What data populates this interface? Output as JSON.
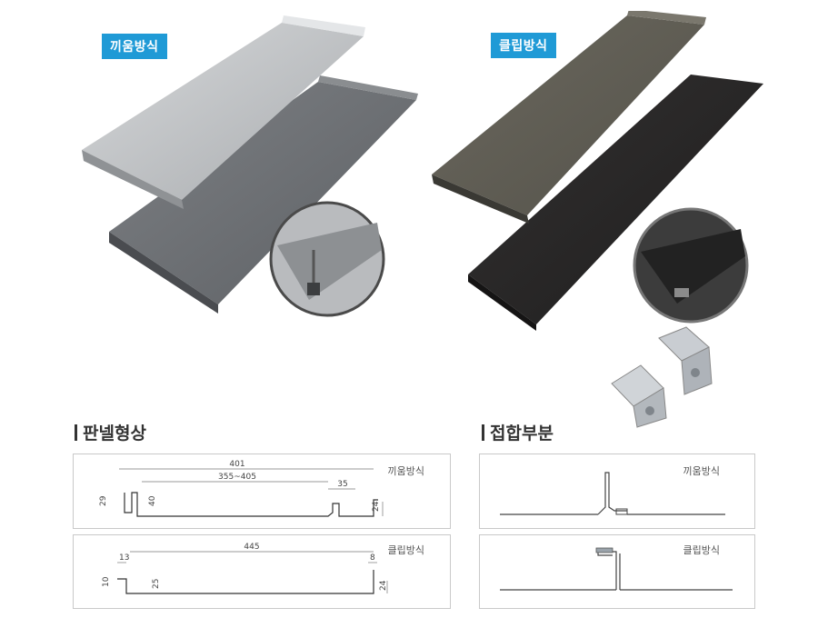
{
  "photos": {
    "left_tag": "끼움방식",
    "right_tag": "클립방식"
  },
  "sections": {
    "panel_shape_title": "판넬형상",
    "joint_title": "접합부분"
  },
  "panel_diagrams": {
    "fit_label": "끼움방식",
    "fit_dims": {
      "total": "401",
      "span": "355~405",
      "lip": "35",
      "left_h": "29",
      "rib_h": "40",
      "right_h": "24"
    },
    "clip_label": "클립방식",
    "clip_dims": {
      "total": "445",
      "lip_w": "13",
      "end_w": "8",
      "left_h": "10",
      "rib_h": "25",
      "right_h": "24"
    }
  },
  "joint_diagrams": {
    "fit_label": "끼움방식",
    "clip_label": "클립방식"
  }
}
